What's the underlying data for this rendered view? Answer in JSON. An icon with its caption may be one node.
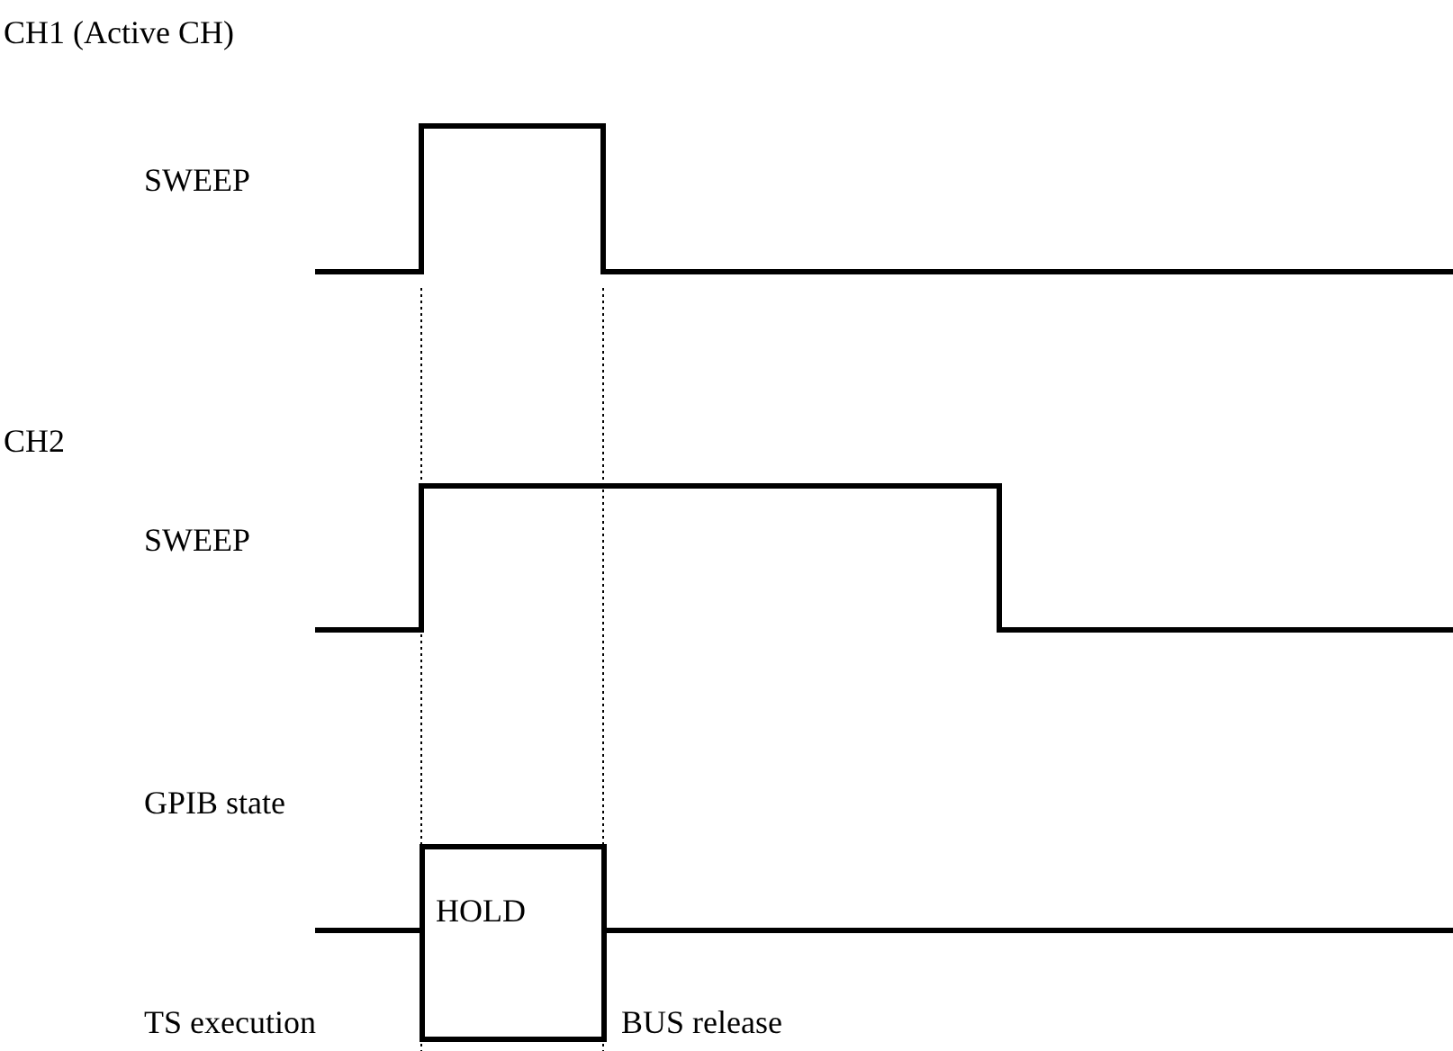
{
  "diagram": {
    "nodes": [
      {
        "text": [
          "HOLD"
        ]
      }
    ],
    "labels": [
      "CH1 (Active CH)",
      "SWEEP",
      "CH2",
      "SWEEP",
      "GPIB state",
      "TS execution",
      "BUS release"
    ]
  }
}
